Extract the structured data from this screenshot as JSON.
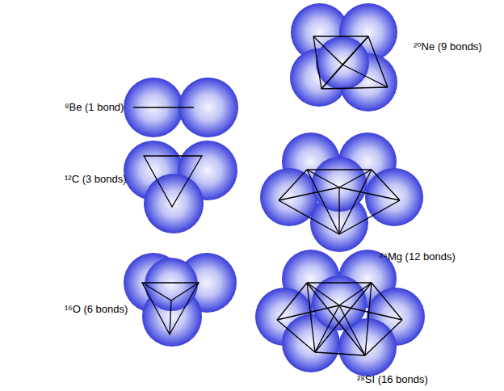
{
  "diagram": {
    "labels": [
      "⁸Be (1 bond)",
      "¹²C (3 bonds)",
      "¹⁶O (6 bonds)",
      "²⁰Ne (9 bonds)",
      "²⁴Mg (12 bonds)",
      "²⁸SI (16 bonds)"
    ]
  }
}
